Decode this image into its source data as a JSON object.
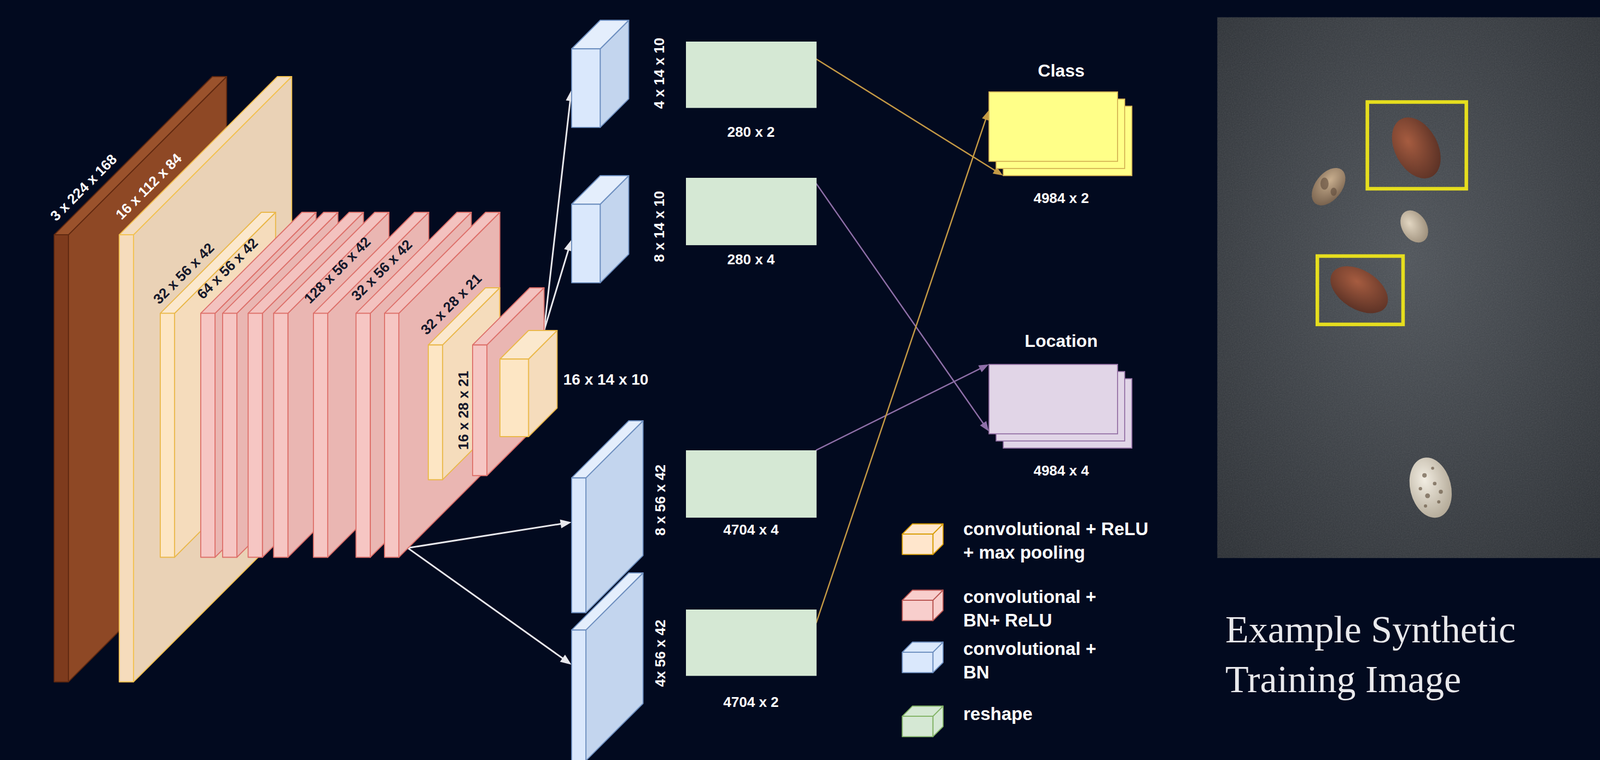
{
  "diagram": {
    "caption": "Example Synthetic Training Image",
    "nodes": [
      {
        "text": [
          "3 x 224 x 168"
        ]
      },
      {
        "text": [
          "16 x 112 x 84"
        ]
      },
      {
        "text": [
          "32 x 56 x 42"
        ]
      },
      {
        "text": [
          "64 x 56 x 42"
        ]
      },
      {
        "text": [
          "128 x 56 x 42"
        ]
      },
      {
        "text": [
          "32 x 56 x 42"
        ]
      },
      {
        "text": [
          "32 x 28 x 21"
        ]
      },
      {
        "text": [
          "16 x 28 x 21"
        ]
      },
      {
        "text": [
          "16 x 14 x 10"
        ]
      },
      {
        "text": [
          "4 x 14 x 10"
        ]
      },
      {
        "text": [
          "280 x 2"
        ]
      },
      {
        "text": [
          "8 x 14 x 10"
        ]
      },
      {
        "text": [
          "280 x 4"
        ]
      },
      {
        "text": [
          "8 x 56 x 42"
        ]
      },
      {
        "text": [
          "4704 x 4"
        ]
      },
      {
        "text": [
          "4x 56 x 42"
        ]
      },
      {
        "text": [
          "4704 x 2"
        ]
      },
      {
        "text": [
          "Class",
          "4984 x 2"
        ]
      },
      {
        "text": [
          "Location",
          "4984 x 4"
        ]
      }
    ],
    "edges": [
      {
        "from": 8,
        "to": 9,
        "arrow": "to"
      },
      {
        "from": 8,
        "to": 11,
        "arrow": "to"
      },
      {
        "from": 5,
        "to": 13,
        "arrow": "to"
      },
      {
        "from": 5,
        "to": 15,
        "arrow": "to"
      },
      {
        "from": 10,
        "to": 17,
        "arrow": "to"
      },
      {
        "from": 12,
        "to": 18,
        "arrow": "to"
      },
      {
        "from": 14,
        "to": 18,
        "arrow": "to"
      },
      {
        "from": 16,
        "to": 17,
        "arrow": "to"
      }
    ],
    "legend": [
      {
        "text": "convolutional + ReLU + max pooling",
        "color": "#ffe6cc"
      },
      {
        "text": "convolutional + BN+ ReLU",
        "color": "#f8cecc"
      },
      {
        "text": "convolutional + BN",
        "color": "#dae8fc"
      },
      {
        "text": "reshape",
        "color": "#d5e8d4"
      }
    ]
  }
}
